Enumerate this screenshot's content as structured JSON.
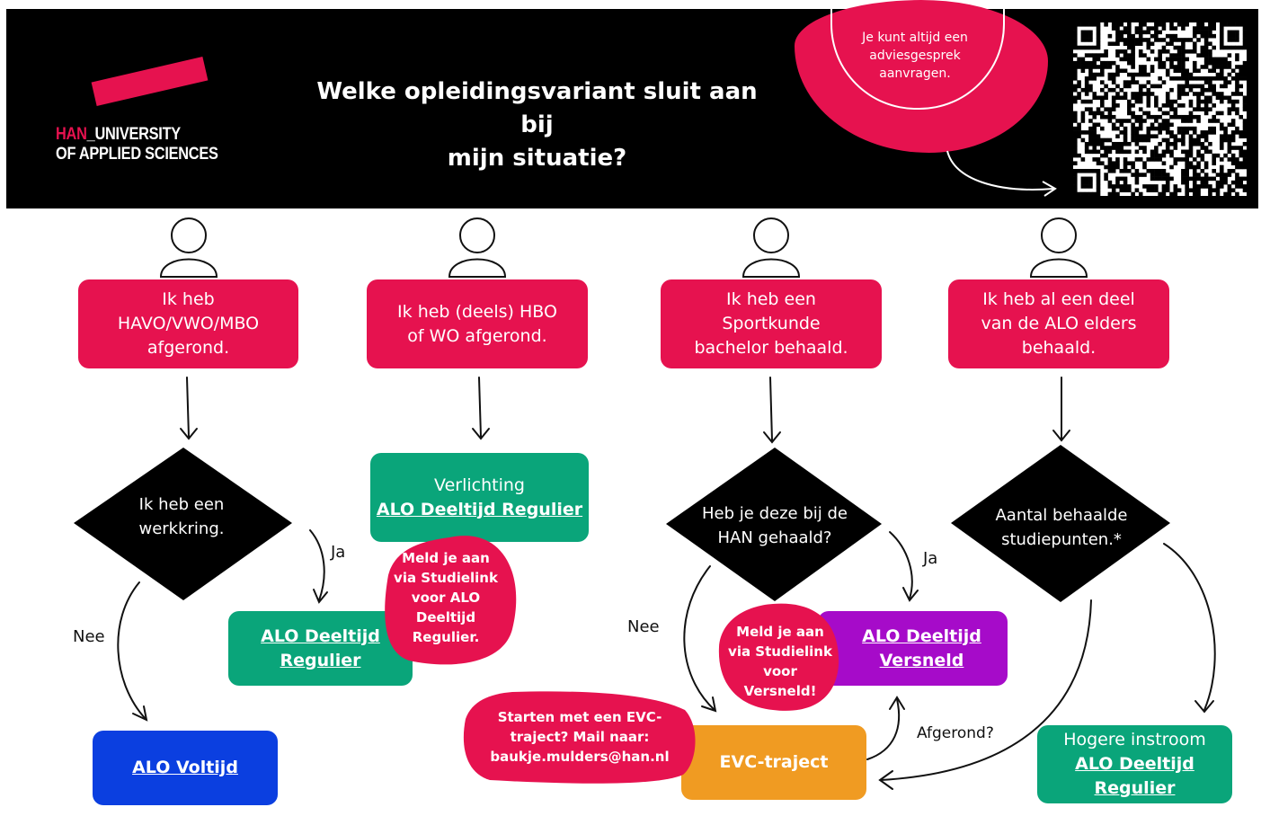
{
  "header": {
    "logo_han": "HAN",
    "logo_line1_rest": "_UNIVERSITY",
    "logo_line2": "OF APPLIED SCIENCES",
    "title_line1": "Welke opleidingsvariant sluit aan bij",
    "title_line2": "mijn situatie?",
    "advice_line1": "Je kunt altijd een",
    "advice_line2": "adviesgesprek",
    "advice_line3": "aanvragen."
  },
  "columns": [
    {
      "situation_lines": [
        "Ik heb",
        "HAVO/VWO/MBO",
        "afgerond."
      ]
    },
    {
      "situation_lines": [
        "Ik heb (deels) HBO",
        "of WO afgerond."
      ]
    },
    {
      "situation_lines": [
        "Ik heb een",
        "Sportkunde",
        "bachelor behaald."
      ]
    },
    {
      "situation_lines": [
        "Ik heb al een deel",
        "van de ALO elders",
        "behaald."
      ]
    }
  ],
  "decisions": {
    "werkkring": [
      "Ik heb een",
      "werkkring."
    ],
    "han": [
      "Heb je deze bij de",
      "HAN gehaald?"
    ],
    "studiepunten": [
      "Aantal behaalde",
      "studiepunten.*"
    ]
  },
  "edge_labels": {
    "ja1": "Ja",
    "nee1": "Nee",
    "ja2": "Ja",
    "nee2": "Nee",
    "afgerond": "Afgerond?"
  },
  "outcomes": {
    "verlichting_title": "Verlichting",
    "verlichting_link": "ALO Deeltijd Regulier",
    "deeltijd_regulier_line1": "ALO Deeltijd",
    "deeltijd_regulier_line2": "Regulier",
    "voltijd": "ALO Voltijd",
    "versneld_line1": "ALO Deeltijd",
    "versneld_line2": "Versneld",
    "evc": "EVC-traject",
    "hogere_title": "Hogere instroom",
    "hogere_link": "ALO Deeltijd Regulier"
  },
  "notes": {
    "studielink_regulier": [
      "Meld je aan",
      "via Studielink",
      "voor ALO",
      "Deeltijd",
      "Regulier."
    ],
    "studielink_versneld": [
      "Meld je aan",
      "via Studielink",
      "voor",
      "Versneld!"
    ],
    "evc_mail": [
      "Starten met een EVC-",
      "traject? Mail naar:",
      "baukje.mulders@han.nl"
    ]
  },
  "colors": {
    "pink": "#e6124f",
    "green": "#0aa57a",
    "blue": "#0b3fe0",
    "purple": "#a60bc9",
    "orange": "#f09b22",
    "black": "#000000"
  }
}
